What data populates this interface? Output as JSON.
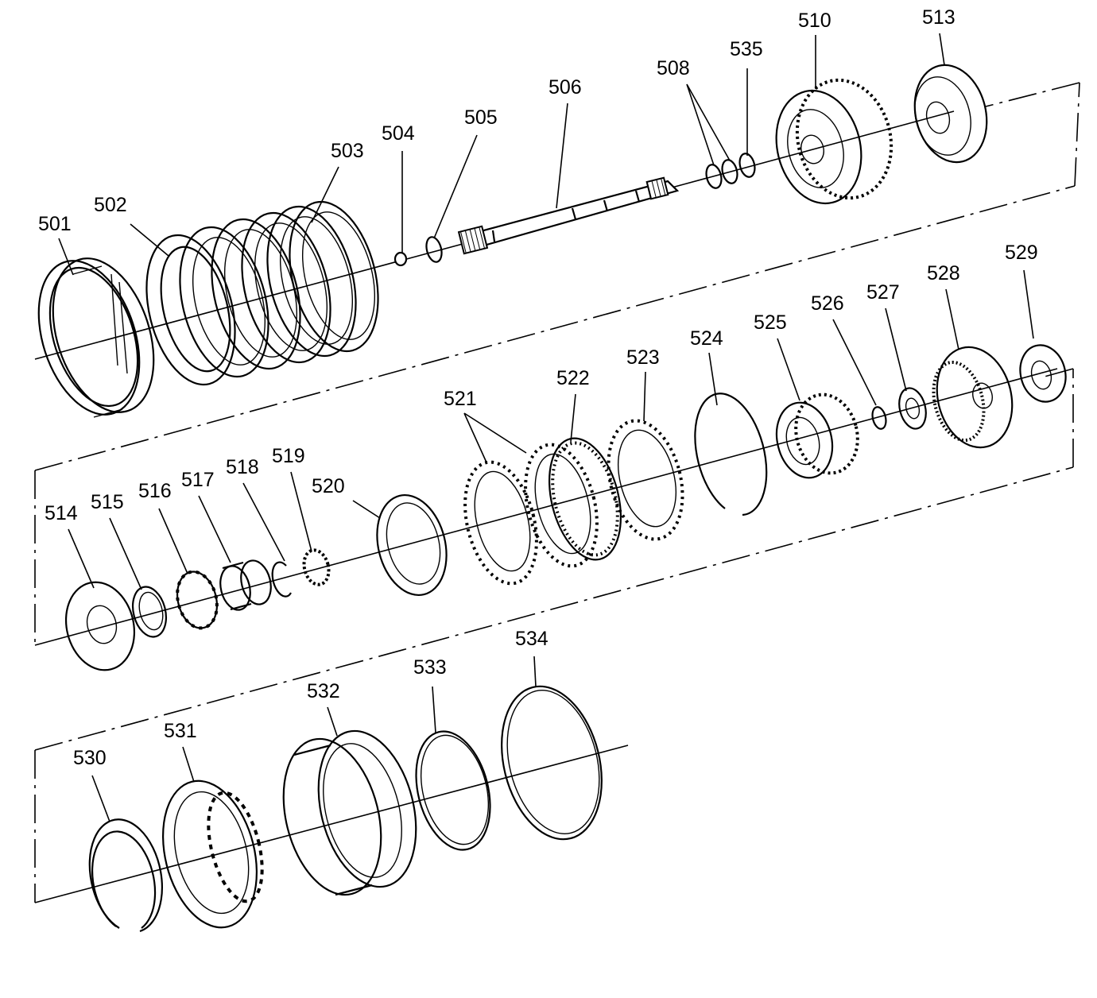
{
  "diagram": {
    "labels": {
      "p501": "501",
      "p502": "502",
      "p503": "503",
      "p504": "504",
      "p505": "505",
      "p506": "506",
      "p508": "508",
      "p510": "510",
      "p513": "513",
      "p514": "514",
      "p515": "515",
      "p516": "516",
      "p517": "517",
      "p518": "518",
      "p519": "519",
      "p520": "520",
      "p521": "521",
      "p522": "522",
      "p523": "523",
      "p524": "524",
      "p525": "525",
      "p526": "526",
      "p527": "527",
      "p528": "528",
      "p529": "529",
      "p530": "530",
      "p531": "531",
      "p532": "532",
      "p533": "533",
      "p534": "534",
      "p535": "535"
    }
  }
}
